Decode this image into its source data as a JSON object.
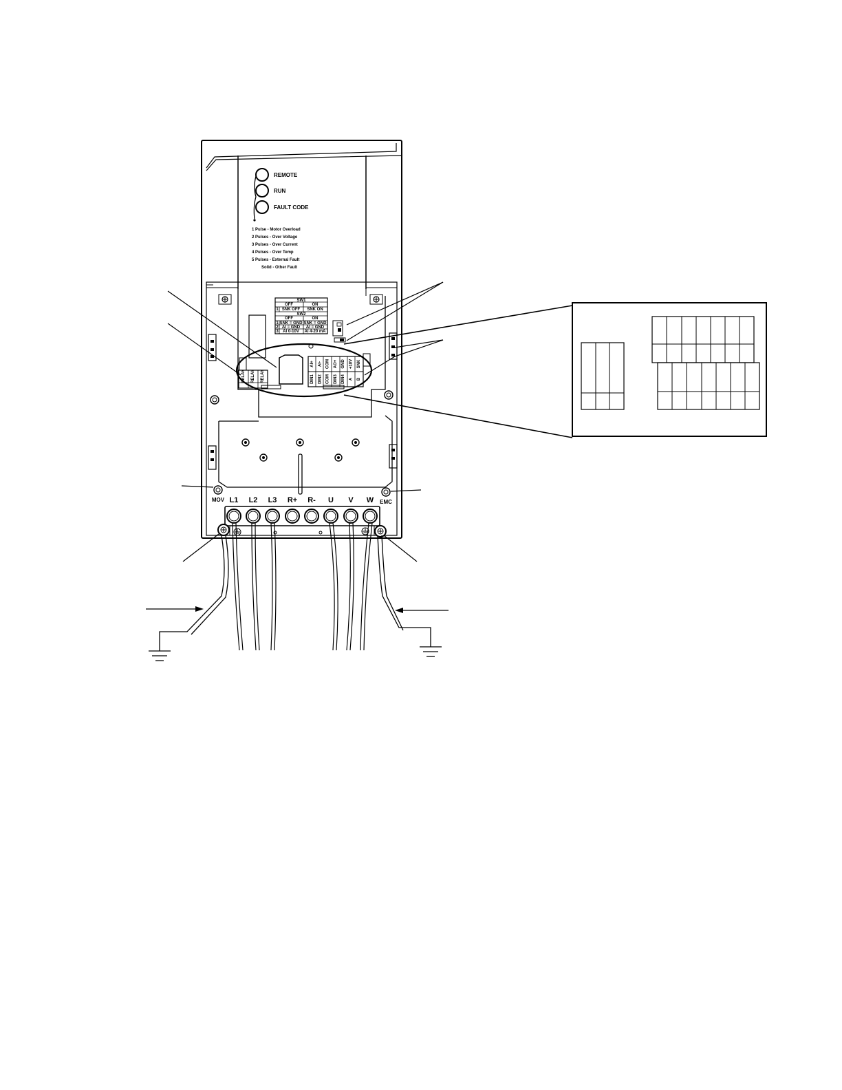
{
  "leds": [
    {
      "id": "remote",
      "label": "REMOTE"
    },
    {
      "id": "run",
      "label": "RUN"
    },
    {
      "id": "fault",
      "label": "FAULT CODE"
    }
  ],
  "fault_codes": [
    "1 Pulse  - Motor Overload",
    "2 Pulses - Over Voltage",
    "3 Pulses - Over Current",
    "4 Pulses - Over Temp",
    "5 Pulses - External Fault",
    "Solid - Other Fault"
  ],
  "power_terminals": [
    "L1",
    "L2",
    "L3",
    "R+",
    "R-",
    "U",
    "V",
    "W"
  ],
  "screw_labels": {
    "left": "MOV",
    "right": "EMC"
  },
  "switch_table": {
    "sw1": "SW1",
    "off": "OFF",
    "on": "ON",
    "r1_num": "1",
    "r1_off": "SNK OFF",
    "r1_on": "SNK ON",
    "sw2": "SW2",
    "r2_num": "1",
    "r2_off": "SNK = GND",
    "r2_on": "SNK = GND",
    "r3_num": "2",
    "r3_off": "AI = GND",
    "r3_on": "AI = GND",
    "r4_num": "3",
    "r4_off": "AI 0-10V",
    "r4_on": "AI 4-20 mA"
  },
  "control_terminals": {
    "relay": [
      "RELAY",
      "RELAY",
      "RELAY"
    ],
    "upper": [
      "AI+",
      "AI-",
      "COM",
      "AO+",
      "GND",
      "+10V",
      "SNK"
    ],
    "lower": [
      "DIN1",
      "DIN2",
      "COM",
      "DIN3",
      "DIN4",
      "A",
      "B"
    ]
  }
}
